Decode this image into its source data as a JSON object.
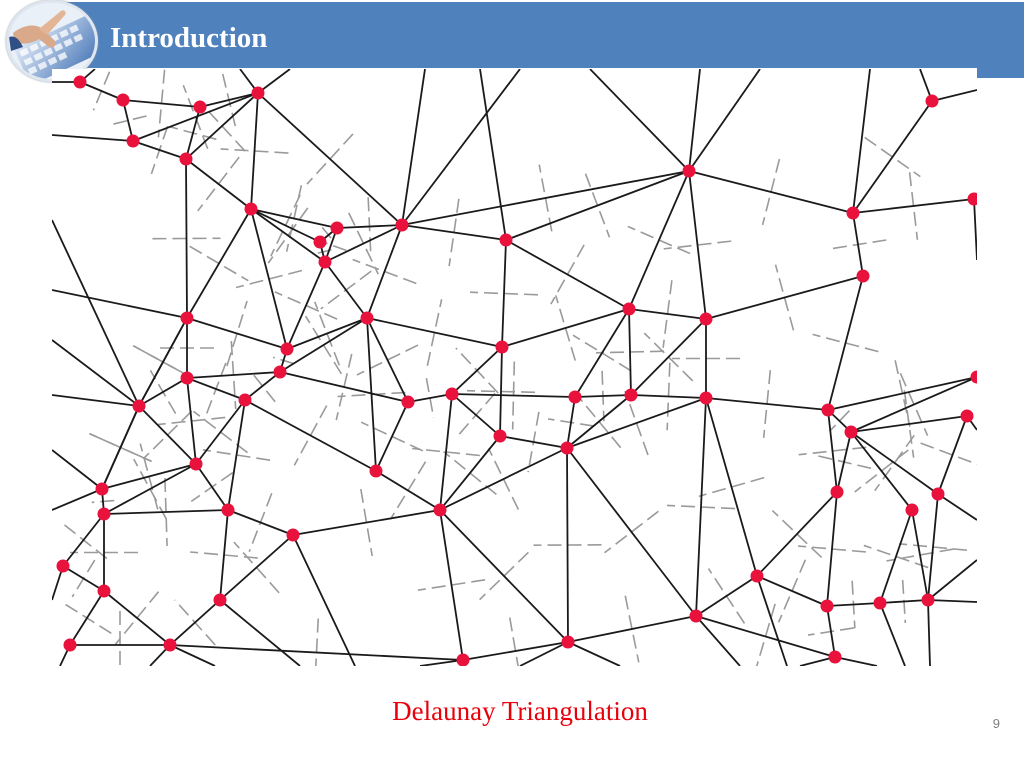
{
  "slide": {
    "title": "Introduction",
    "caption": "Delaunay Triangulation",
    "page_number": "9"
  },
  "logo": {
    "icon": "hand-keyboard-icon"
  },
  "colors": {
    "header": "#4f81bd",
    "title_text": "#ffffff",
    "caption": "#e8000b",
    "vertex": "#e8123c",
    "delaunay_edge": "#1a1a1a",
    "voronoi_edge": "#9a9a9a",
    "page_number": "#7f7f7f"
  }
}
